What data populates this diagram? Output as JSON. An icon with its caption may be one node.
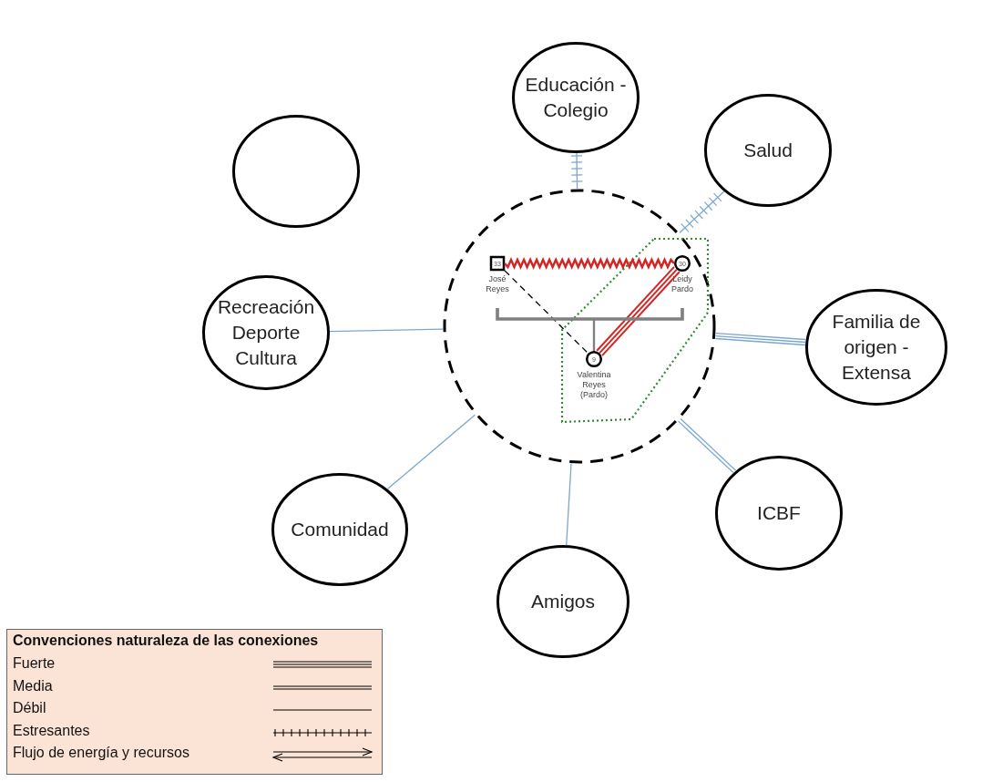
{
  "diagram": {
    "nodes": [
      {
        "text": [
          "Educación - Colegio"
        ]
      },
      {
        "text": [],
        "shape": "circle"
      },
      {
        "text": [
          "Salud"
        ]
      },
      {
        "text": [
          "Recreación Deporte Cultura"
        ]
      },
      {
        "text": [
          "Familia de origen - Extensa"
        ]
      },
      {
        "text": [
          "Comunidad"
        ]
      },
      {
        "text": [
          "ICBF"
        ]
      },
      {
        "text": [
          "Amigos"
        ]
      },
      {
        "text": [],
        "shape": "circle"
      },
      {
        "text": [
          "33"
        ],
        "beside": [
          "José Reyes"
        ],
        "in": 8
      },
      {
        "text": [
          "30"
        ],
        "beside": [
          "Leidy Pardo"
        ],
        "in": 8
      },
      {
        "text": [
          "9"
        ],
        "beside": [
          "Valentina Reyes (Pardo)"
        ],
        "in": 8
      }
    ],
    "edges": [
      {
        "from": 8,
        "to": 0,
        "arrow": "none"
      },
      {
        "from": 8,
        "to": 2,
        "arrow": "none"
      },
      {
        "from": 8,
        "to": 3,
        "arrow": "none"
      },
      {
        "from": 8,
        "to": 4,
        "arrow": "none"
      },
      {
        "from": 8,
        "to": 5,
        "arrow": "none"
      },
      {
        "from": 8,
        "to": 6,
        "arrow": "none"
      },
      {
        "from": 8,
        "to": 7,
        "arrow": "none"
      },
      {
        "from": 9,
        "to": 10,
        "arrow": "none",
        "color": "#d42424"
      },
      {
        "from": 9,
        "to": 11,
        "arrow": "none",
        "style": "dashed",
        "color": "#000000"
      },
      {
        "from": 10,
        "to": 11,
        "arrow": "none",
        "color": "#d42424"
      },
      {
        "from": 9,
        "to": 10,
        "arrow": "none",
        "style": "thick",
        "color": "#808080"
      },
      {
        "from": 9,
        "to": 11,
        "arrow": "none",
        "color": "#808080"
      },
      {
        "from": 10,
        "to": 11,
        "arrow": "none",
        "color": "#808080"
      }
    ],
    "labels": [
      "Convenciones naturaleza de las conexiones"
    ],
    "legend": [
      {
        "text": "Fuerte"
      },
      {
        "text": "Media"
      },
      {
        "text": "Débil"
      },
      {
        "text": "Estresantes"
      },
      {
        "text": "Flujo de energía y recursos"
      }
    ]
  }
}
